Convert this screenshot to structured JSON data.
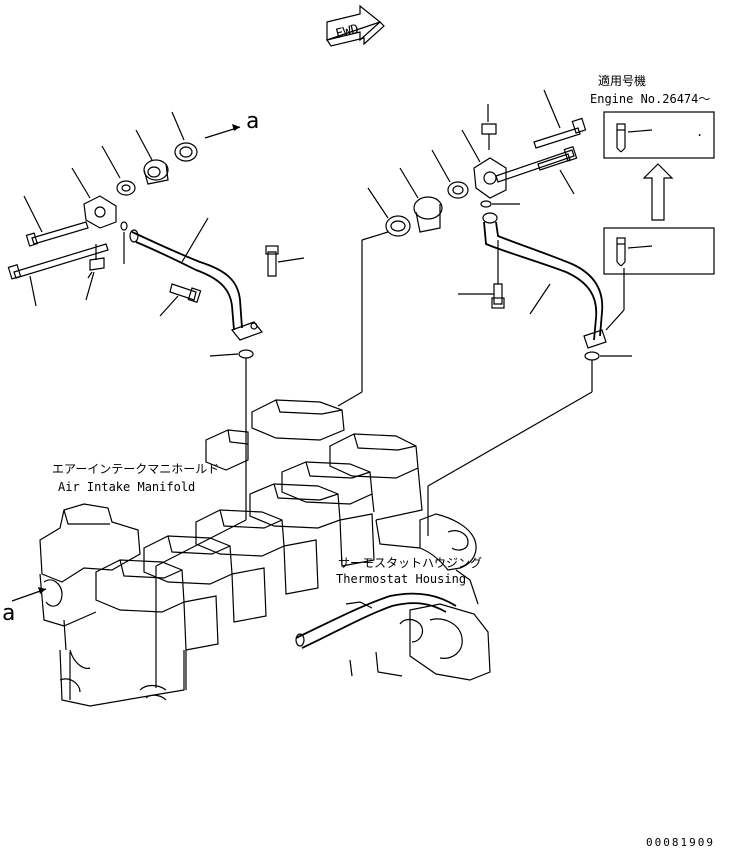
{
  "fwd_arrow": {
    "text": "FWD"
  },
  "callouts": {
    "a_top": "a",
    "a_left": "a"
  },
  "labels": {
    "air_intake_jp": "エアーインテークマニホールド",
    "air_intake_en": "Air Intake Manifold",
    "thermostat_jp": "サーモスタットハウジング",
    "thermostat_en": "Thermostat Housing"
  },
  "applicability": {
    "jp": "適用号機",
    "engine": "Engine No.26474～"
  },
  "boxes": {
    "upper_mark": "."
  },
  "drawing_number": "00081909"
}
